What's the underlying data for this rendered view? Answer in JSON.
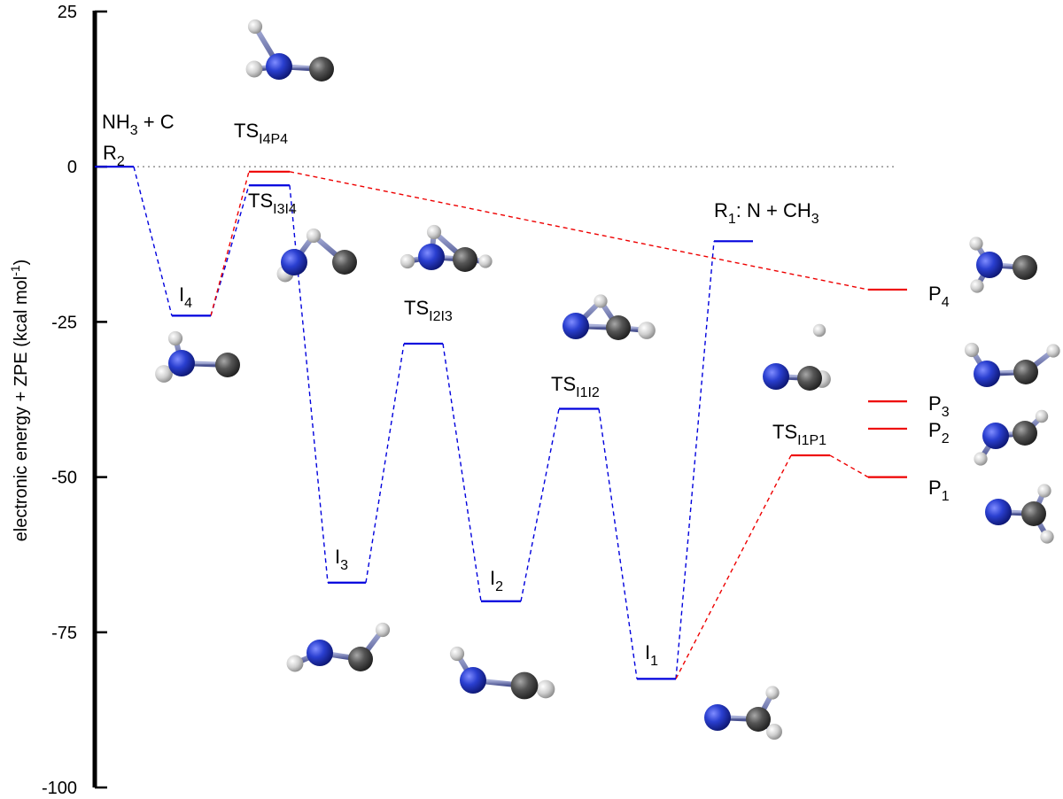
{
  "chart_data": {
    "type": "energy-level-diagram",
    "ylabel": "electronic energy + ZPE (kcal mol",
    "ylabel_sup": "-1",
    "ylabel_end": ")",
    "ylim": [
      -100,
      25
    ],
    "yticks": [
      25,
      0,
      -25,
      -50,
      -75,
      -100
    ],
    "ytick_labels": [
      "25",
      "0",
      "-25",
      "-50",
      "-75",
      "-100"
    ],
    "zero_reference_line": true,
    "colors": {
      "main_path": "#0000dd",
      "product_path": "#ee0000",
      "zero_line": "#888888"
    },
    "levels": [
      {
        "id": "R2",
        "energy": 0,
        "color": "blue",
        "label": [
          [
            "NH",
            "normal"
          ],
          [
            "3",
            "sub"
          ],
          [
            " + C",
            "normal"
          ]
        ],
        "label2": [
          [
            "R",
            "normal"
          ],
          [
            "2",
            "sub"
          ]
        ]
      },
      {
        "id": "I4",
        "energy": -24,
        "color": "blue",
        "label": [
          [
            "I",
            "normal"
          ],
          [
            "4",
            "sub"
          ]
        ]
      },
      {
        "id": "TSI4P4",
        "energy": -0.8,
        "color": "red",
        "label": [
          [
            "TS",
            "normal"
          ],
          [
            "I4P4",
            "sub"
          ]
        ]
      },
      {
        "id": "TSI3I4",
        "energy": -3,
        "color": "blue",
        "label": [
          [
            "TS",
            "normal"
          ],
          [
            "I3I4",
            "sub"
          ]
        ]
      },
      {
        "id": "I3",
        "energy": -67,
        "color": "blue",
        "label": [
          [
            "I",
            "normal"
          ],
          [
            "3",
            "sub"
          ]
        ]
      },
      {
        "id": "TSI2I3",
        "energy": -28.5,
        "color": "blue",
        "label": [
          [
            "TS",
            "normal"
          ],
          [
            "I2I3",
            "sub"
          ]
        ]
      },
      {
        "id": "I2",
        "energy": -70,
        "color": "blue",
        "label": [
          [
            "I",
            "normal"
          ],
          [
            "2",
            "sub"
          ]
        ]
      },
      {
        "id": "TSI1I2",
        "energy": -39,
        "color": "blue",
        "label": [
          [
            "TS",
            "normal"
          ],
          [
            "I1I2",
            "sub"
          ]
        ]
      },
      {
        "id": "I1",
        "energy": -82.5,
        "color": "blue",
        "label": [
          [
            "I",
            "normal"
          ],
          [
            "1",
            "sub"
          ]
        ]
      },
      {
        "id": "R1",
        "energy": -12,
        "color": "blue",
        "label": [
          [
            "R",
            "normal"
          ],
          [
            "1",
            "sub"
          ],
          [
            ": N + CH",
            "normal"
          ],
          [
            "3",
            "sub"
          ]
        ]
      },
      {
        "id": "TSI1P1",
        "energy": -46.5,
        "color": "red",
        "label": [
          [
            "TS",
            "normal"
          ],
          [
            "I1P1",
            "sub"
          ]
        ]
      },
      {
        "id": "P4",
        "energy": -19.8,
        "color": "red",
        "label": [
          [
            "P",
            "normal"
          ],
          [
            "4",
            "sub"
          ]
        ]
      },
      {
        "id": "P3",
        "energy": -37.8,
        "color": "red",
        "label": [
          [
            "P",
            "normal"
          ],
          [
            "3",
            "sub"
          ]
        ]
      },
      {
        "id": "P2",
        "energy": -42.2,
        "color": "red",
        "label": [
          [
            "P",
            "normal"
          ],
          [
            "2",
            "sub"
          ]
        ]
      },
      {
        "id": "P1",
        "energy": -50,
        "color": "red",
        "label": [
          [
            "P",
            "normal"
          ],
          [
            "1",
            "sub"
          ]
        ]
      }
    ],
    "connections": [
      {
        "from": "R2",
        "to": "I4",
        "color": "blue"
      },
      {
        "from": "I4",
        "to": "TSI3I4",
        "color": "blue"
      },
      {
        "from": "I4",
        "to": "TSI4P4",
        "color": "red"
      },
      {
        "from": "TSI3I4",
        "to": "I3",
        "color": "blue"
      },
      {
        "from": "I3",
        "to": "TSI2I3",
        "color": "blue"
      },
      {
        "from": "TSI2I3",
        "to": "I2",
        "color": "blue"
      },
      {
        "from": "I2",
        "to": "TSI1I2",
        "color": "blue"
      },
      {
        "from": "TSI1I2",
        "to": "I1",
        "color": "blue"
      },
      {
        "from": "I1",
        "to": "R1",
        "color": "blue"
      },
      {
        "from": "I1",
        "to": "TSI1P1",
        "color": "red"
      },
      {
        "from": "TSI1P1",
        "to": "P1",
        "color": "red"
      },
      {
        "from": "TSI4P4",
        "to": "P4",
        "color": "red"
      }
    ],
    "molecule_icons": [
      "ammonia-carbon-complex-icon",
      "i4-molecule-icon",
      "tsi3i4-molecule-icon",
      "tsi2i3-molecule-icon",
      "tsi1i2-molecule-icon",
      "tsi1p1-molecule-icon",
      "i3-molecule-icon",
      "i2-molecule-icon",
      "i1-molecule-icon",
      "p4-molecule-icon",
      "p3-molecule-icon",
      "p2-molecule-icon",
      "p1-molecule-icon"
    ]
  }
}
